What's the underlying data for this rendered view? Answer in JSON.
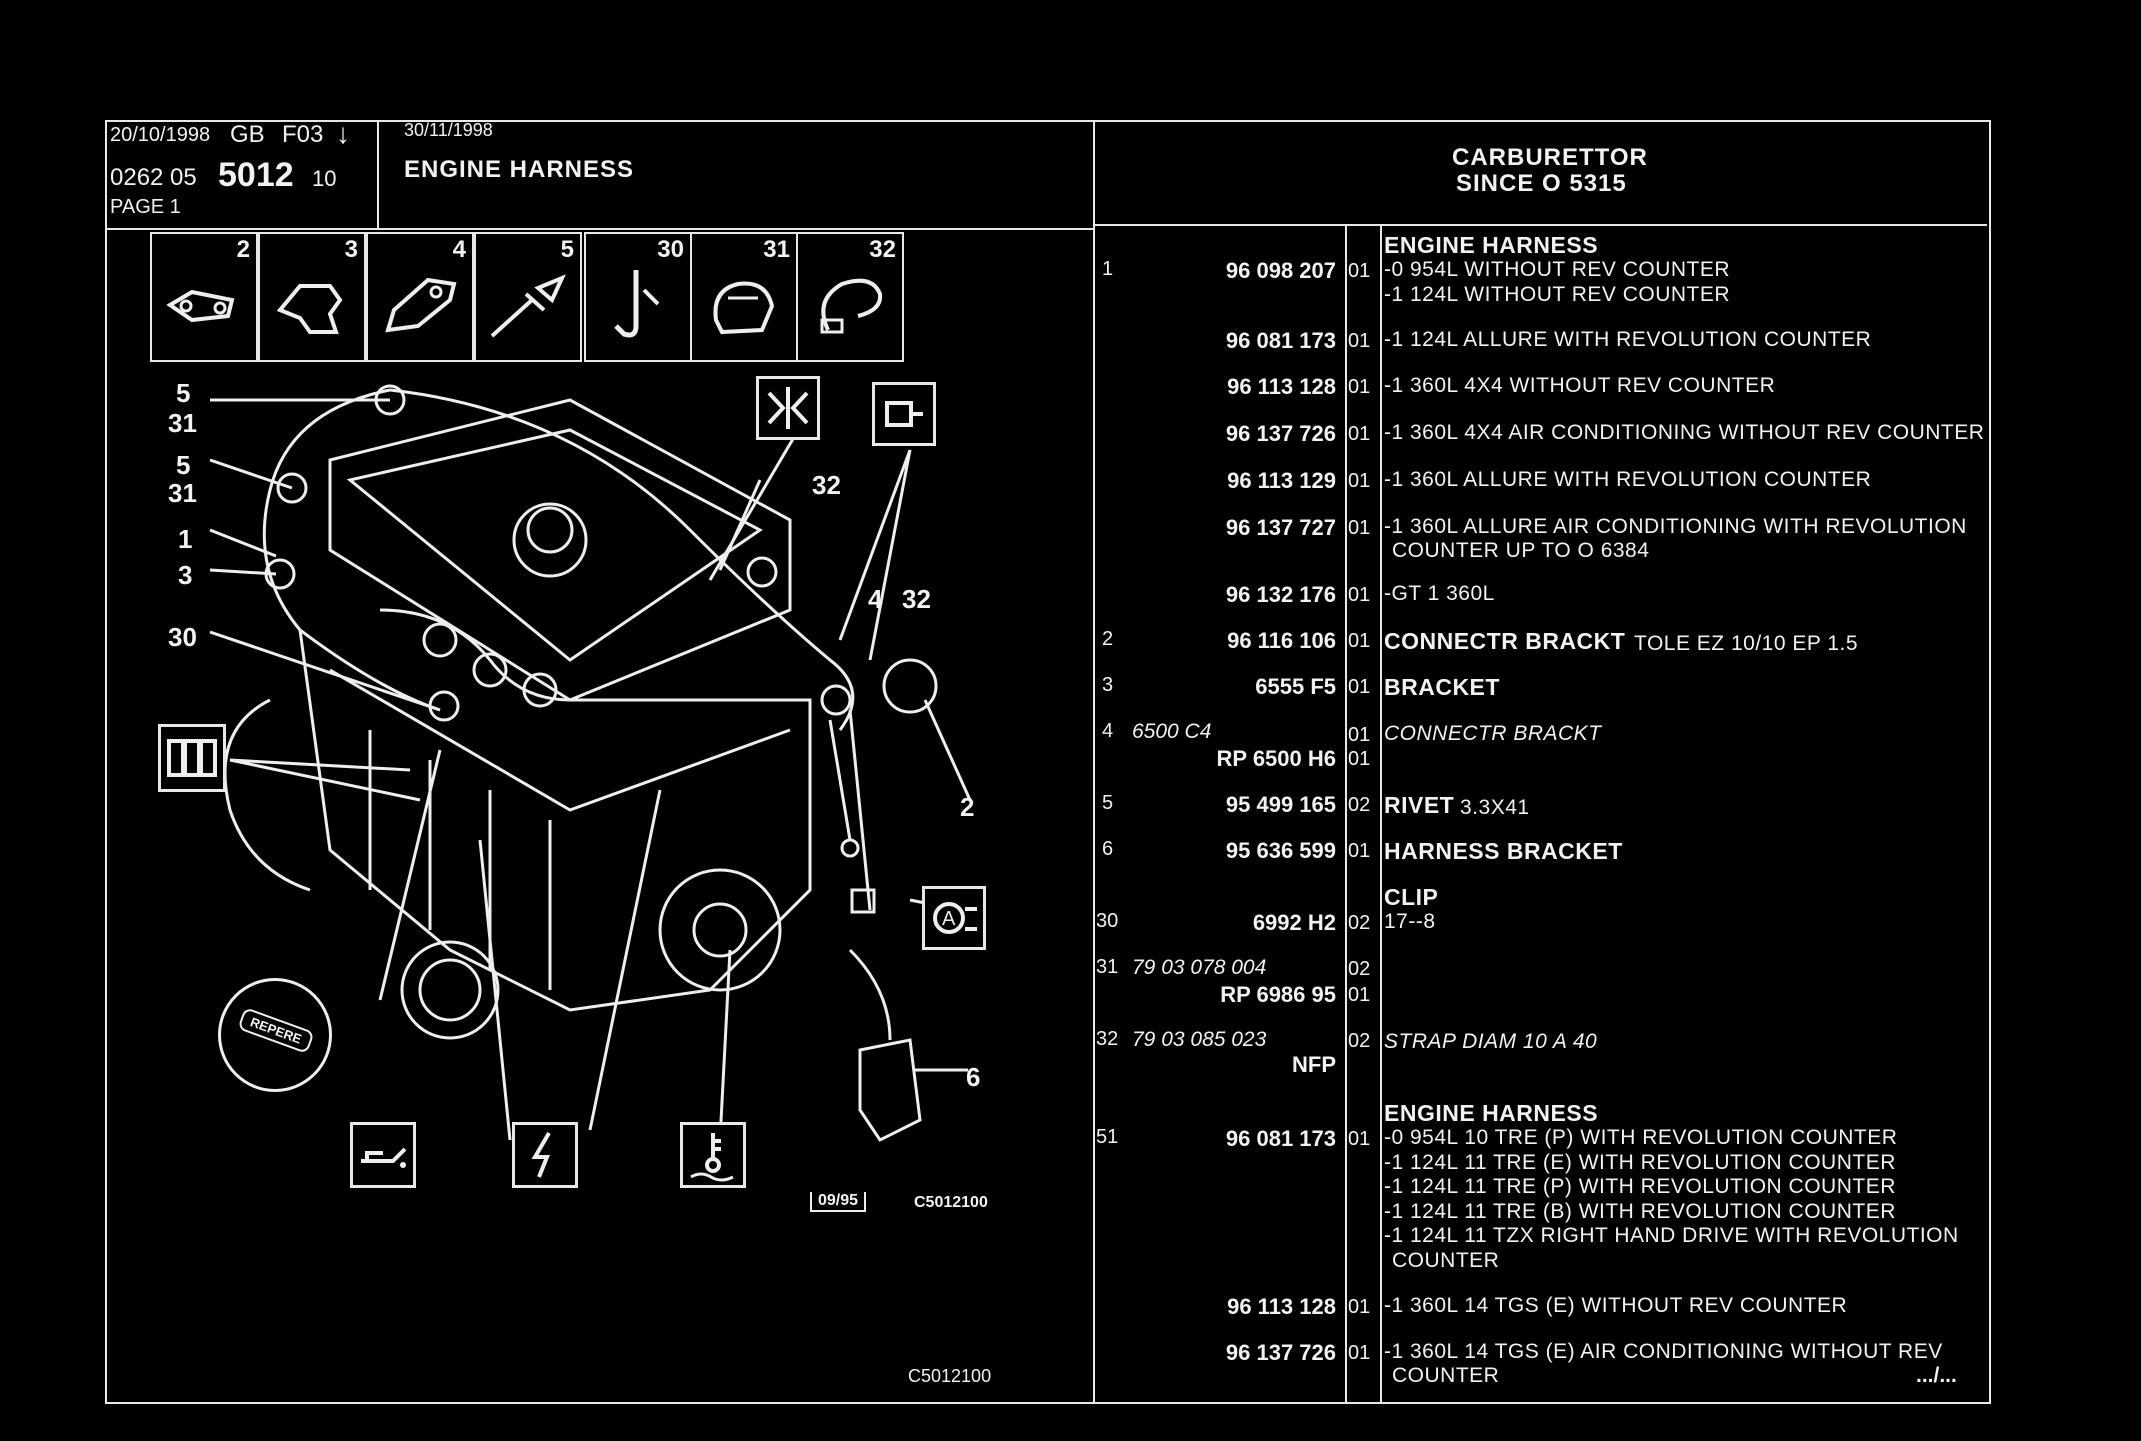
{
  "header": {
    "date_left": "20/10/1998",
    "lang": "GB",
    "code": "F03",
    "ref_prefix": "0262 05",
    "ref_main": "5012",
    "ref_suffix": "10",
    "page": "PAGE 1",
    "date_mid": "30/11/1998",
    "title": "ENGINE HARNESS",
    "right_title_1": "CARBURETTOR",
    "right_title_2": "SINCE O 5315"
  },
  "parts_icons": [
    "2",
    "3",
    "4",
    "5",
    "30",
    "31",
    "32"
  ],
  "diagram": {
    "callouts": [
      "5",
      "31",
      "5",
      "31",
      "1",
      "3",
      "30",
      "32",
      "4",
      "32",
      "2",
      "6"
    ],
    "badge_text": "REPERE",
    "date_box": "09/95",
    "code": "C5012100",
    "footer_code": "C5012100"
  },
  "rows": [
    {
      "num": "1",
      "ref": "96 098 207",
      "qty": "01",
      "lines": [
        "-0 954L WITHOUT REV COUNTER",
        "-1 124L WITHOUT REV COUNTER"
      ],
      "heading": "ENGINE HARNESS"
    },
    {
      "num": "",
      "ref": "96 081 173",
      "qty": "01",
      "lines": [
        "-1 124L ALLURE WITH REVOLUTION COUNTER"
      ]
    },
    {
      "num": "",
      "ref": "96 113 128",
      "qty": "01",
      "lines": [
        "-1 360L 4X4 WITHOUT REV COUNTER"
      ]
    },
    {
      "num": "",
      "ref": "96 137 726",
      "qty": "01",
      "lines": [
        "-1 360L 4X4 AIR CONDITIONING WITHOUT REV COUNTER"
      ]
    },
    {
      "num": "",
      "ref": "96 113 129",
      "qty": "01",
      "lines": [
        "-1 360L ALLURE WITH REVOLUTION COUNTER"
      ]
    },
    {
      "num": "",
      "ref": "96 137 727",
      "qty": "01",
      "lines": [
        "-1 360L ALLURE AIR CONDITIONING WITH REVOLUTION",
        "COUNTER UP TO O 6384"
      ]
    },
    {
      "num": "",
      "ref": "96 132 176",
      "qty": "01",
      "lines": [
        "-GT 1 360L"
      ]
    },
    {
      "num": "2",
      "ref": "96 116 106",
      "qty": "01",
      "bold": "CONNECTR BRACKT",
      "lines": [
        "TOLE EZ 10/10 EP 1.5"
      ]
    },
    {
      "num": "3",
      "ref": "6555 F5",
      "qty": "01",
      "bold": "BRACKET",
      "lines": []
    },
    {
      "num": "4",
      "ref_a": "6500 C4",
      "qty_a": "01",
      "ref": "RP 6500 H6",
      "qty": "01",
      "italic": "CONNECTR BRACKT",
      "lines": []
    },
    {
      "num": "5",
      "ref": "95 499 165",
      "qty": "02",
      "bold": "RIVET",
      "lines": [
        "3.3X41"
      ]
    },
    {
      "num": "6",
      "ref": "95 636 599",
      "qty": "01",
      "bold": "HARNESS BRACKET",
      "lines": []
    },
    {
      "num": "30",
      "ref": "6992 H2",
      "qty": "02",
      "heading": "CLIP",
      "lines": [
        "17--8"
      ]
    },
    {
      "num": "31",
      "ref_a": "79 03 078 004",
      "qty_a": "02",
      "ref": "RP 6986 95",
      "qty": "01",
      "lines": []
    },
    {
      "num": "32",
      "ref_a": "79 03 085 023",
      "qty_a": "02",
      "ref": "NFP",
      "qty": "",
      "italic": "STRAP DIAM 10 A 40",
      "lines": []
    },
    {
      "num": "51",
      "ref": "96 081 173",
      "qty": "01",
      "heading": "ENGINE HARNESS",
      "lines": [
        "-0 954L 10 TRE (P) WITH REVOLUTION COUNTER",
        "-1 124L 11 TRE (E) WITH REVOLUTION COUNTER",
        "-1 124L 11 TRE (P) WITH REVOLUTION COUNTER",
        "-1 124L 11 TRE (B) WITH REVOLUTION COUNTER",
        "-1 124L 11 TZX RIGHT HAND DRIVE WITH REVOLUTION",
        "COUNTER"
      ]
    },
    {
      "num": "",
      "ref": "96 113 128",
      "qty": "01",
      "lines": [
        "-1 360L 14 TGS (E) WITHOUT REV COUNTER"
      ]
    },
    {
      "num": "",
      "ref": "96 137 726",
      "qty": "01",
      "lines": [
        "-1 360L 14 TGS (E) AIR CONDITIONING WITHOUT REV",
        "COUNTER"
      ]
    }
  ],
  "continuation": ".../..."
}
